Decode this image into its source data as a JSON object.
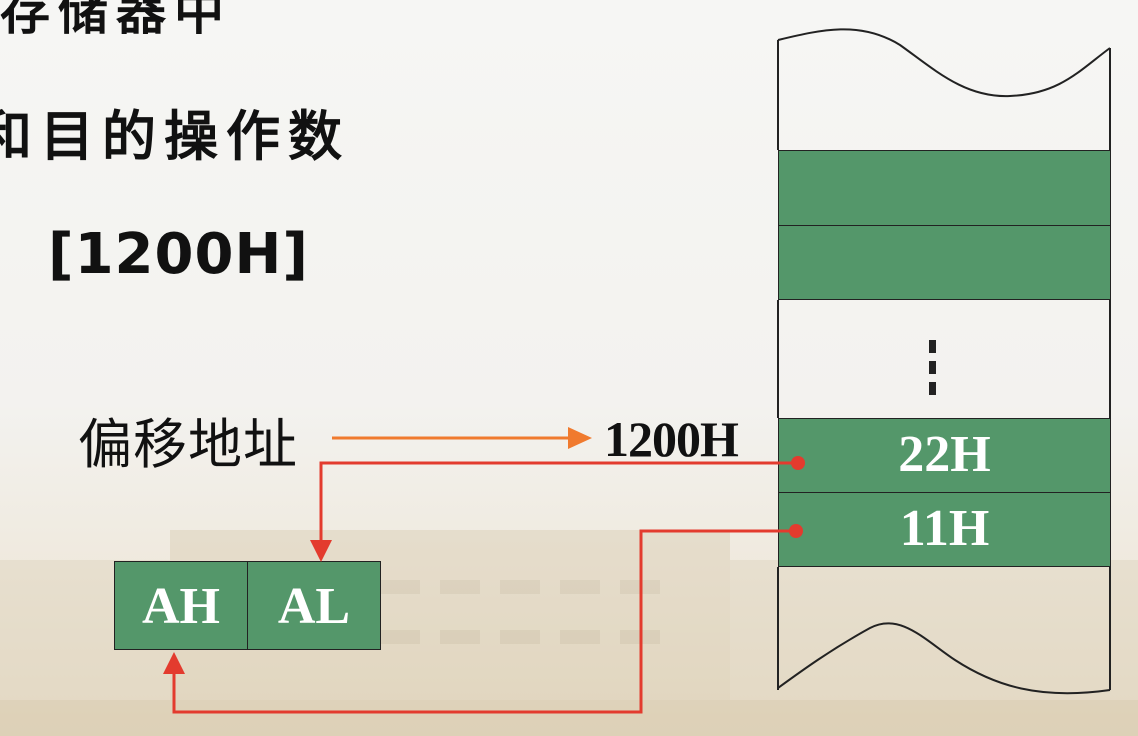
{
  "text": {
    "line1": "存储器中",
    "line2": "和目的操作数",
    "line3": "[1200H]",
    "offset_label": "偏移地址",
    "address": "1200H"
  },
  "memory": {
    "cells": [
      "",
      "",
      "22H",
      "11H"
    ],
    "ellipsis": "⋮"
  },
  "register": {
    "high": "AH",
    "low": "AL"
  },
  "colors": {
    "cell_fill": "#54976a",
    "orange_arrow": "#f07a2e",
    "red_arrow": "#e33b2e"
  }
}
